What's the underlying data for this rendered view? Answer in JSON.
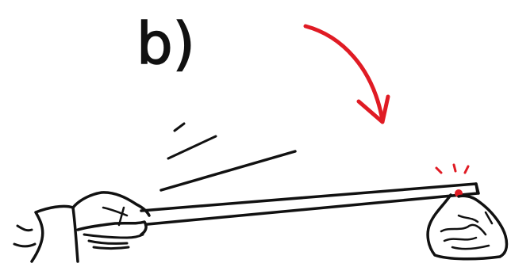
{
  "panel_label": "b)",
  "colors": {
    "ink": "#111111",
    "accent_red": "#e01b24",
    "background": "#ffffff"
  },
  "elements": {
    "arrow": "curved-arrow-pointing-down",
    "stick": "long-stick",
    "hand": "hand-in-sleeve",
    "rock": "rock",
    "motion_lines": "motion-lines",
    "impact_marks": "impact-spark-marks"
  }
}
